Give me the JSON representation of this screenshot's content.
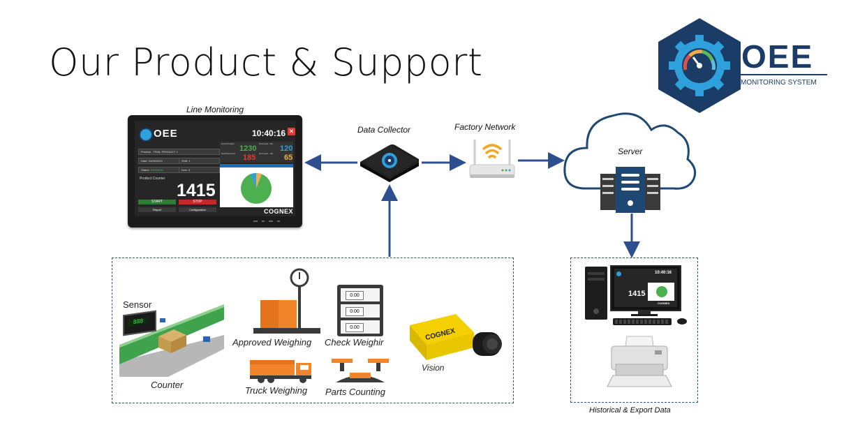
{
  "title": "Our Product & Support",
  "logo": {
    "text": "OEE",
    "subtext": "MONITORING SYSTEM"
  },
  "labels": {
    "line_monitoring": "Line Monitoring",
    "data_collector": "Data Collector",
    "factory_network": "Factory Network",
    "server": "Server",
    "historical": "Historical & Export Data"
  },
  "tablet": {
    "clock": "10:40:16",
    "logo": "OEE",
    "product_label": "Product:",
    "product_value": "TRIAL PRODUCT 1",
    "date_label": "Date:",
    "date_value": "04/05/2020",
    "shift_label": "Shift:",
    "shift_value": "1",
    "status_label": "Status:",
    "status_value": "RUNNING",
    "line_label": "Line:",
    "line_value": "3",
    "counter_label": "Product Counter",
    "counter_value": "1415",
    "start": "START",
    "stop": "STOP",
    "report": "Report",
    "configuration": "Configuration",
    "good_label": "Good Product",
    "good_value": "1230",
    "ng_label": "Not Good - NG",
    "ng_value": "120",
    "bad_label": "Total Not Good",
    "bad_value": "185",
    "nt_label": "Not Good - Tap",
    "nt_value": "65",
    "brand": "COGNEX"
  },
  "pc": {
    "clock": "10:40:16",
    "counter": "1415",
    "brand": "COGNEX"
  },
  "devices": {
    "sensor": "Sensor",
    "counter": "Counter",
    "approved_weighing": "Approved Weighing",
    "check_weighing": "Check Weighir",
    "truck_weighing": "Truck Weighing",
    "parts_counting": "Parts Counting",
    "vision": "Vision",
    "camera_brand": "COGNEX",
    "display_value": "0.00"
  },
  "colors": {
    "arrow": "#2d4f8f",
    "logo_blue": "#1b3c66",
    "accent": "#2ea0dc"
  }
}
